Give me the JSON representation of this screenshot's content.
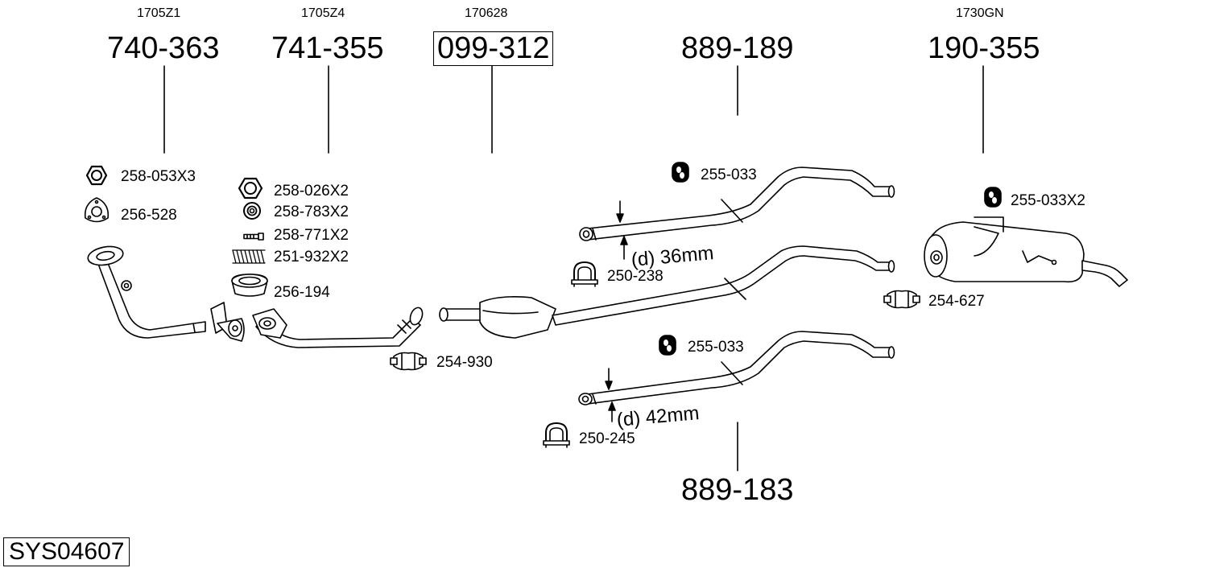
{
  "system_code": "SYS04607",
  "oe_numbers": {
    "a": "1705Z1",
    "b": "1705Z4",
    "c": "170628",
    "d": "1730GN"
  },
  "part_numbers": {
    "front_pipe": "740-363",
    "intermediate_pipe": "741-355",
    "catalytic_converter": "099-312",
    "center_pipe_upper": "889-189",
    "rear_silencer": "190-355",
    "center_pipe_lower": "889-183"
  },
  "accessories": {
    "nut_front": "258-053X3",
    "gasket_front": "256-528",
    "nut_2": "258-026X2",
    "washer_2": "258-783X2",
    "bolt_2": "258-771X2",
    "spring_2": "251-932X2",
    "ring_gasket": "256-194",
    "clamp_254_930": "254-930",
    "rubber_upper": "255-033",
    "clamp_upper": "250-238",
    "rubber_lower": "255-033",
    "clamp_lower": "250-245",
    "rubber_rear": "255-033X2",
    "clamp_254_627": "254-627"
  },
  "dimensions": {
    "upper": "(d) 36mm",
    "lower": "(d) 42mm"
  },
  "icons": [
    "hex-nut-icon",
    "flange-gasket-icon",
    "washer-icon",
    "bolt-icon",
    "spring-icon",
    "ring-gasket-icon",
    "clamp-icon",
    "rubber-hanger-icon",
    "u-bolt-clamp-icon"
  ]
}
